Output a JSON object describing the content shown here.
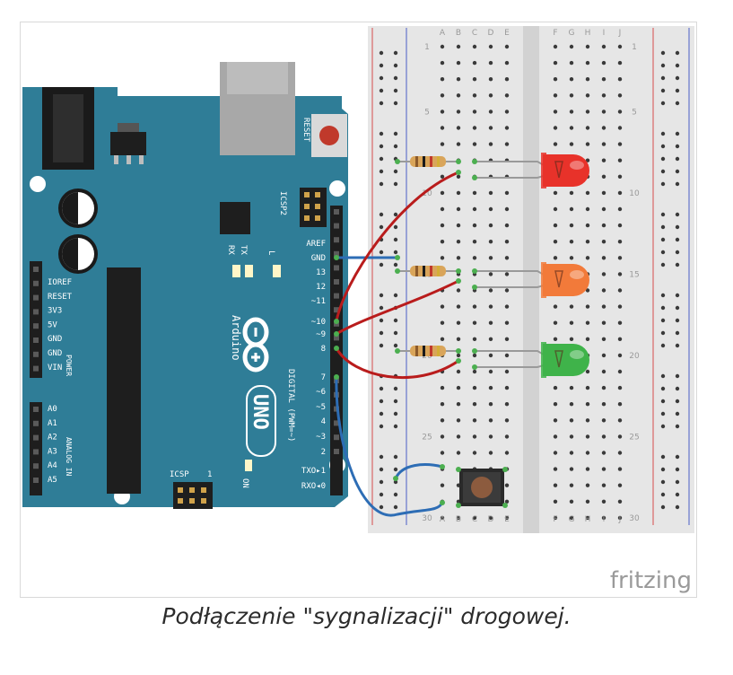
{
  "caption": "Podłączenie \"sygnalizacji\" drogowej.",
  "brand": "fritzing",
  "arduino": {
    "model": "UNO",
    "name": "Arduino",
    "reset_label": "RESET",
    "icsp2_label": "ICSP2",
    "icsp_label": "ICSP",
    "icsp_pin1": "1",
    "led_labels": [
      "RX",
      "TX",
      "L"
    ],
    "on_label": "ON",
    "digital_label": "DIGITAL (PWM=~)",
    "power_label": "POWER",
    "analog_label": "ANALOG IN",
    "digital_pins": [
      "AREF",
      "GND",
      "13",
      "12",
      "~11",
      "~10",
      "~9",
      "8",
      "7",
      "~6",
      "~5",
      "4",
      "~3",
      "2",
      "TXO▸1",
      "RXO◂0"
    ],
    "power_pins": [
      "IOREF",
      "RESET",
      "3V3",
      "5V",
      "GND",
      "GND",
      "VIN"
    ],
    "analog_pins": [
      "A0",
      "A1",
      "A2",
      "A3",
      "A4",
      "A5"
    ]
  },
  "breadboard": {
    "columns_left": [
      "A",
      "B",
      "C",
      "D",
      "E"
    ],
    "columns_right": [
      "F",
      "G",
      "H",
      "I",
      "J"
    ],
    "row_numbers": [
      "1",
      "5",
      "10",
      "15",
      "20",
      "25",
      "30"
    ]
  },
  "leds": [
    {
      "color_name": "red",
      "color": "#e8322a"
    },
    {
      "color_name": "orange",
      "color": "#f27a3a"
    },
    {
      "color_name": "green",
      "color": "#3fb34a"
    }
  ],
  "colors": {
    "board": "#2f7d97",
    "wire_red": "#b91c1c",
    "wire_blue": "#2d6db5",
    "breadboard": "#e6e6e6"
  }
}
